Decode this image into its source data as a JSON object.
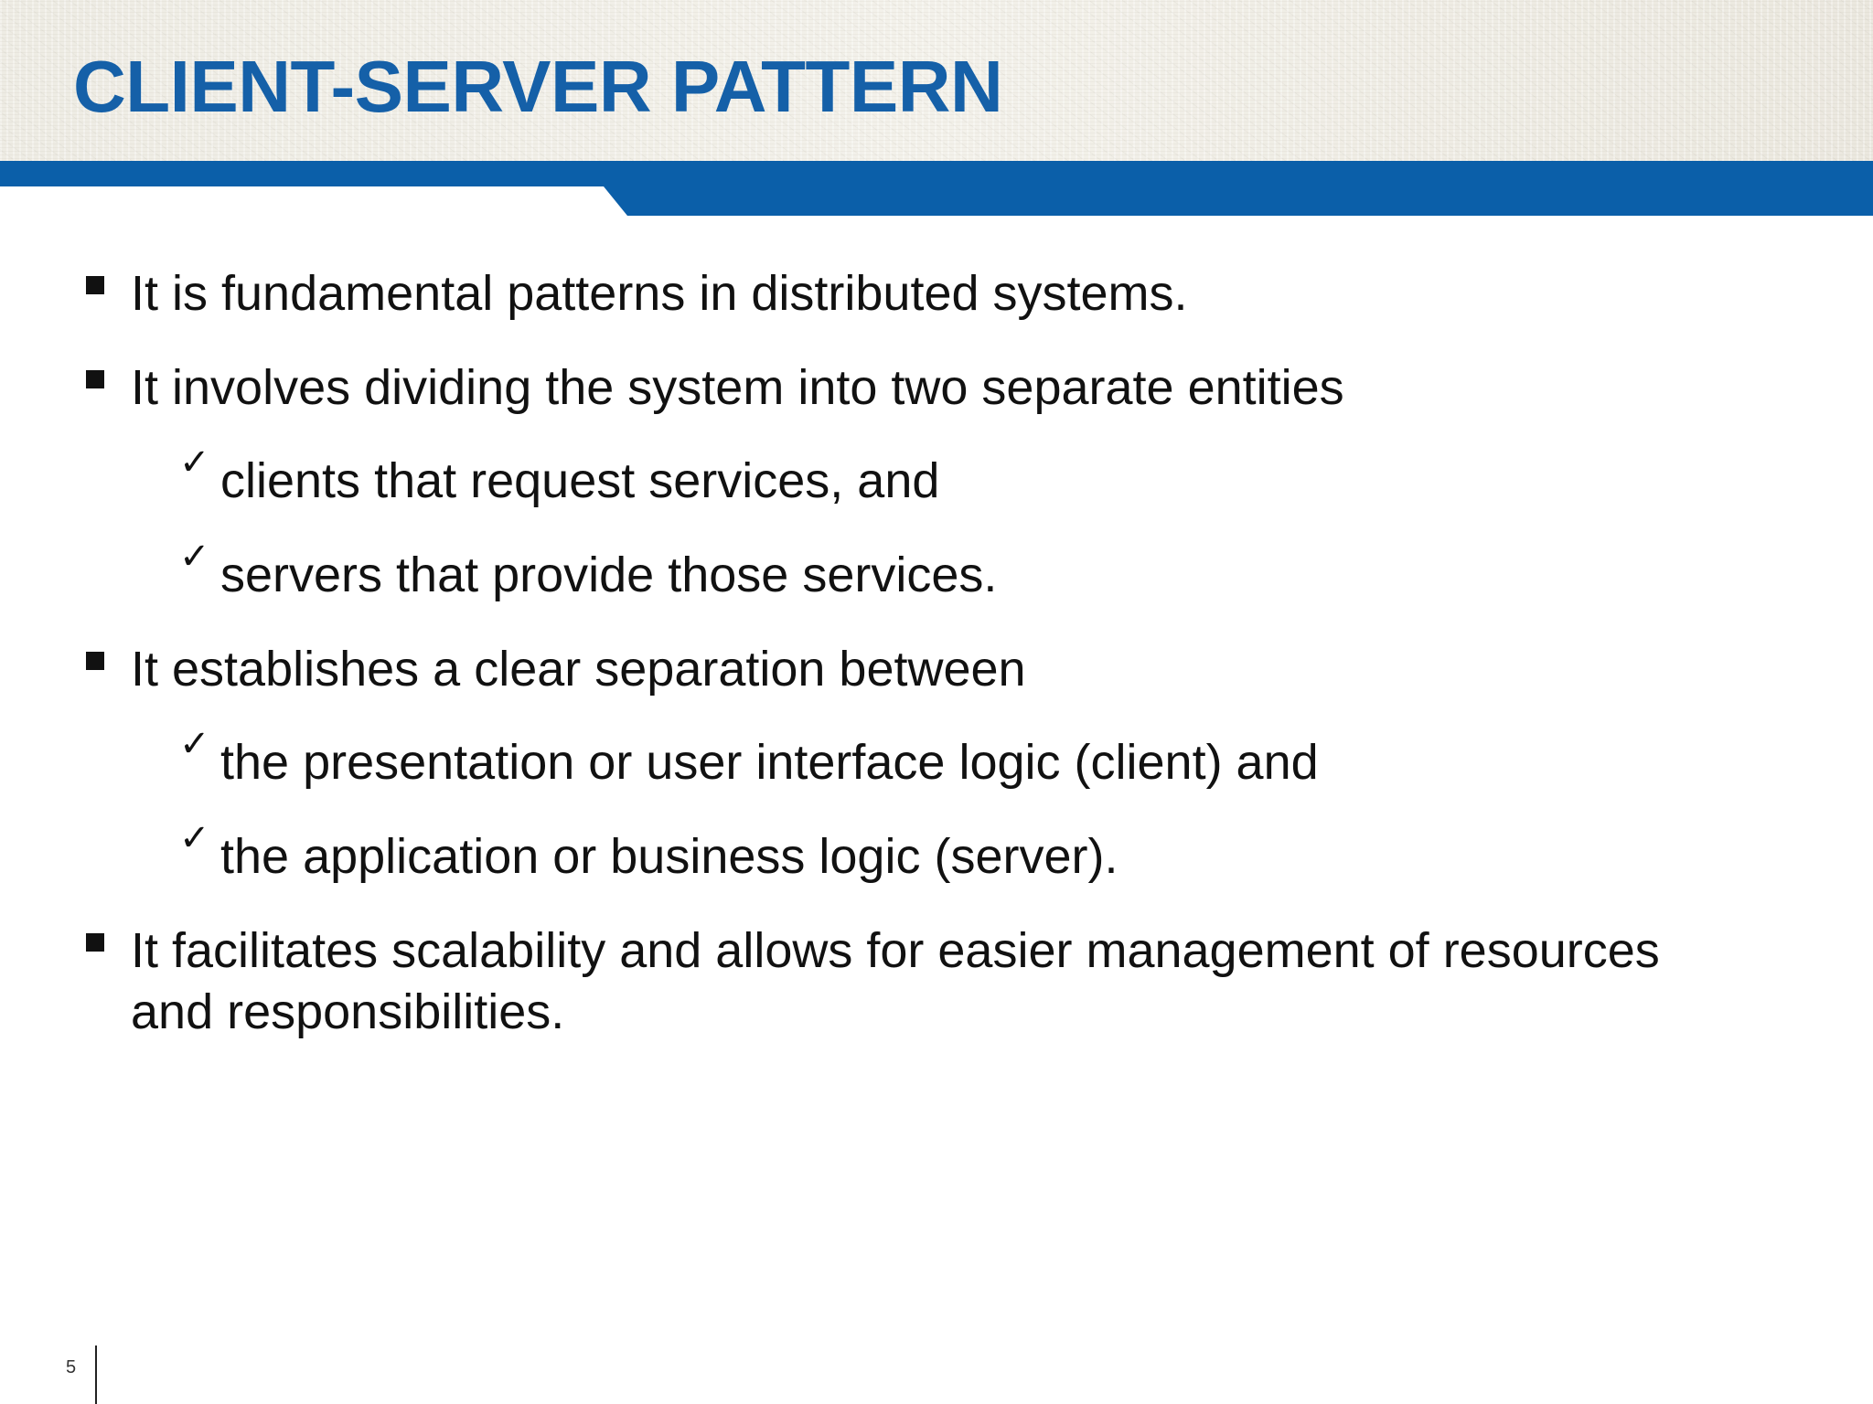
{
  "slide": {
    "title": "CLIENT-SERVER PATTERN",
    "page_number": "5",
    "colors": {
      "title": "#1560a8",
      "accent_band": "#0b5fa9",
      "body_text": "#111111"
    },
    "items": [
      {
        "marker": "square-bullet",
        "text": "It is fundamental patterns in distributed systems."
      },
      {
        "marker": "square-bullet",
        "text": "It involves dividing the system into two separate entities"
      },
      {
        "marker": "checkmark",
        "text": "clients that request services, and"
      },
      {
        "marker": "checkmark",
        "text": "servers that provide those services."
      },
      {
        "marker": "square-bullet",
        "text": "It establishes a clear separation between"
      },
      {
        "marker": "checkmark",
        "text": "the presentation or user interface logic (client) and"
      },
      {
        "marker": "checkmark",
        "text": "the application or business logic (server)."
      },
      {
        "marker": "square-bullet",
        "text_line1": "It facilitates scalability and allows for easier management of resources",
        "text_line2": "and responsibilities."
      }
    ]
  }
}
